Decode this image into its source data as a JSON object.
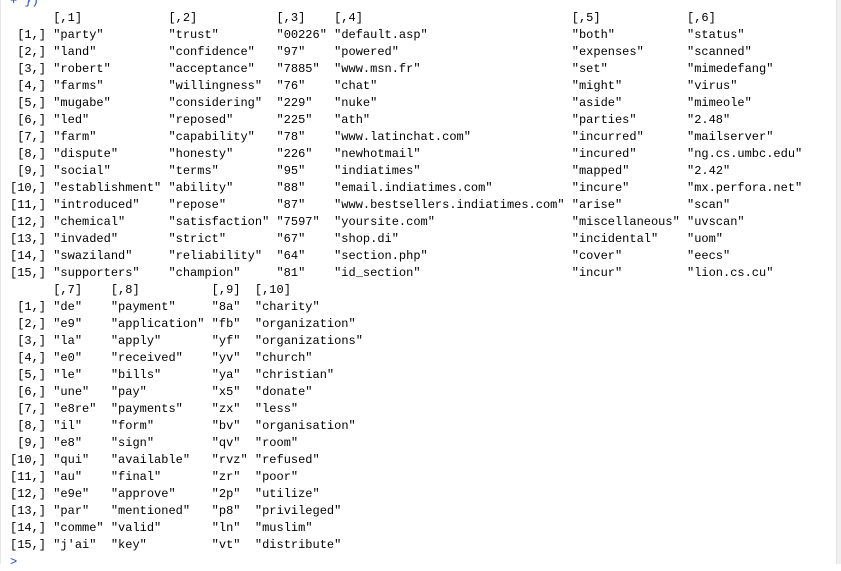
{
  "continuation_line": "+ })",
  "prompt": ">",
  "matrix_blocks": [
    {
      "col_headers": [
        "[,1]",
        "[,2]",
        "[,3]",
        "[,4]",
        "[,5]",
        "[,6]"
      ],
      "row_labels": [
        "[1,]",
        "[2,]",
        "[3,]",
        "[4,]",
        "[5,]",
        "[6,]",
        "[7,]",
        "[8,]",
        "[9,]",
        "[10,]",
        "[11,]",
        "[12,]",
        "[13,]",
        "[14,]",
        "[15,]"
      ],
      "columns": [
        [
          "\"party\"",
          "\"land\"",
          "\"robert\"",
          "\"farms\"",
          "\"mugabe\"",
          "\"led\"",
          "\"farm\"",
          "\"dispute\"",
          "\"social\"",
          "\"establishment\"",
          "\"introduced\"",
          "\"chemical\"",
          "\"invaded\"",
          "\"swaziland\"",
          "\"supporters\""
        ],
        [
          "\"trust\"",
          "\"confidence\"",
          "\"acceptance\"",
          "\"willingness\"",
          "\"considering\"",
          "\"reposed\"",
          "\"capability\"",
          "\"honesty\"",
          "\"terms\"",
          "\"ability\"",
          "\"repose\"",
          "\"satisfaction\"",
          "\"strict\"",
          "\"reliability\"",
          "\"champion\""
        ],
        [
          "\"00226\"",
          "\"97\"",
          "\"7885\"",
          "\"76\"",
          "\"229\"",
          "\"225\"",
          "\"78\"",
          "\"226\"",
          "\"95\"",
          "\"88\"",
          "\"87\"",
          "\"7597\"",
          "\"67\"",
          "\"64\"",
          "\"81\""
        ],
        [
          "\"default.asp\"",
          "\"powered\"",
          "\"www.msn.fr\"",
          "\"chat\"",
          "\"nuke\"",
          "\"ath\"",
          "\"www.latinchat.com\"",
          "\"newhotmail\"",
          "\"indiatimes\"",
          "\"email.indiatimes.com\"",
          "\"www.bestsellers.indiatimes.com\"",
          "\"yoursite.com\"",
          "\"shop.di\"",
          "\"section.php\"",
          "\"id_section\""
        ],
        [
          "\"both\"",
          "\"expenses\"",
          "\"set\"",
          "\"might\"",
          "\"aside\"",
          "\"parties\"",
          "\"incurred\"",
          "\"incured\"",
          "\"mapped\"",
          "\"incure\"",
          "\"arise\"",
          "\"miscellaneous\"",
          "\"incidental\"",
          "\"cover\"",
          "\"incur\""
        ],
        [
          "\"status\"",
          "\"scanned\"",
          "\"mimedefang\"",
          "\"virus\"",
          "\"mimeole\"",
          "\"2.48\"",
          "\"mailserver\"",
          "\"ng.cs.umbc.edu\"",
          "\"2.42\"",
          "\"mx.perfora.net\"",
          "\"scan\"",
          "\"uvscan\"",
          "\"uom\"",
          "\"eecs\"",
          "\"lion.cs.cu\""
        ]
      ]
    },
    {
      "col_headers": [
        "[,7]",
        "[,8]",
        "[,9]",
        "[,10]"
      ],
      "row_labels": [
        "[1,]",
        "[2,]",
        "[3,]",
        "[4,]",
        "[5,]",
        "[6,]",
        "[7,]",
        "[8,]",
        "[9,]",
        "[10,]",
        "[11,]",
        "[12,]",
        "[13,]",
        "[14,]",
        "[15,]"
      ],
      "columns": [
        [
          "\"de\"",
          "\"e9\"",
          "\"la\"",
          "\"e0\"",
          "\"le\"",
          "\"une\"",
          "\"e8re\"",
          "\"il\"",
          "\"e8\"",
          "\"qui\"",
          "\"au\"",
          "\"e9e\"",
          "\"par\"",
          "\"comme\"",
          "\"j'ai\""
        ],
        [
          "\"payment\"",
          "\"application\"",
          "\"apply\"",
          "\"received\"",
          "\"bills\"",
          "\"pay\"",
          "\"payments\"",
          "\"form\"",
          "\"sign\"",
          "\"available\"",
          "\"final\"",
          "\"approve\"",
          "\"mentioned\"",
          "\"valid\"",
          "\"key\""
        ],
        [
          "\"8a\"",
          "\"fb\"",
          "\"yf\"",
          "\"yv\"",
          "\"ya\"",
          "\"x5\"",
          "\"zx\"",
          "\"bv\"",
          "\"qv\"",
          "\"rvz\"",
          "\"zr\"",
          "\"2p\"",
          "\"p8\"",
          "\"ln\"",
          "\"vt\""
        ],
        [
          "\"charity\"",
          "\"organization\"",
          "\"organizations\"",
          "\"church\"",
          "\"christian\"",
          "\"donate\"",
          "\"less\"",
          "\"organisation\"",
          "\"room\"",
          "\"refused\"",
          "\"poor\"",
          "\"utilize\"",
          "\"privileged\"",
          "\"muslim\"",
          "\"distribute\""
        ]
      ]
    }
  ]
}
